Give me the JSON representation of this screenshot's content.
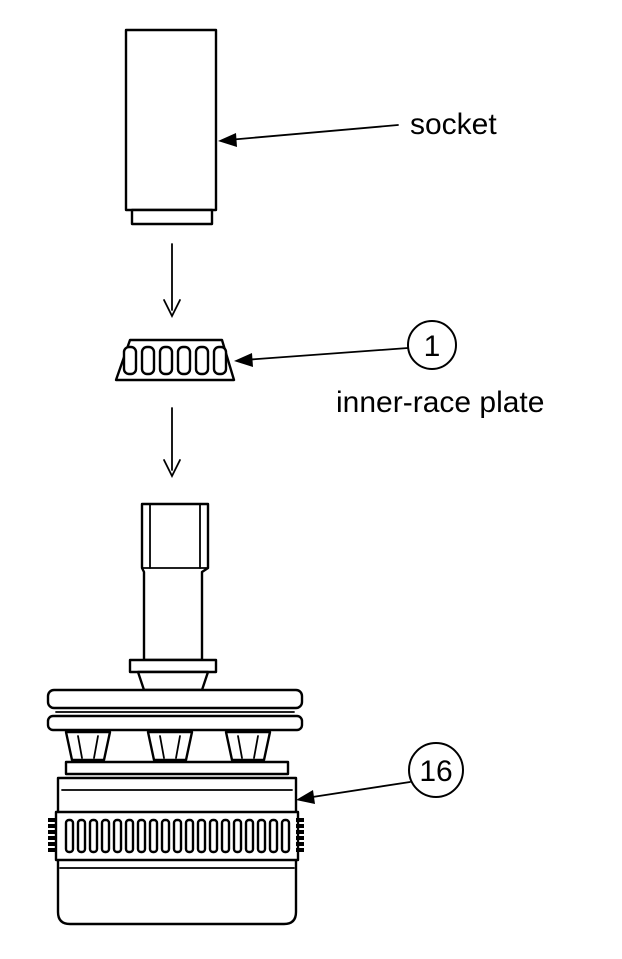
{
  "labels": {
    "socket": "socket",
    "inner_race_plate": "inner-race plate"
  },
  "callouts": {
    "inner_race_plate_number": "1",
    "assembly_number": "16"
  },
  "colors": {
    "line": "#000000",
    "background": "#ffffff"
  }
}
